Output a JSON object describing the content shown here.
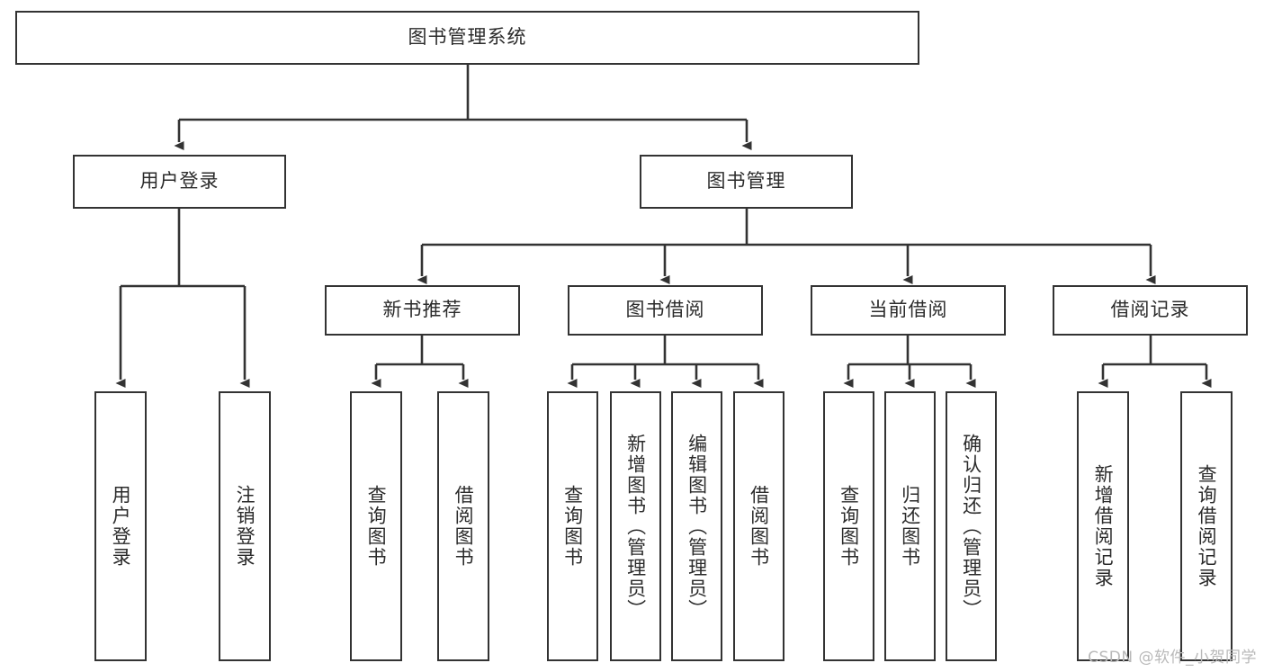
{
  "diagram": {
    "title": "图书管理系统",
    "type": "tree-hierarchy-chart",
    "stroke_color": "#333333",
    "text_color": "#2b2b2b",
    "background_color": "#ffffff"
  },
  "nodes": {
    "root": {
      "label": "图书管理系统"
    },
    "level2": [
      {
        "label": "用户登录"
      },
      {
        "label": "图书管理"
      }
    ],
    "level3": [
      {
        "label": "新书推荐"
      },
      {
        "label": "图书借阅"
      },
      {
        "label": "当前借阅"
      },
      {
        "label": "借阅记录"
      }
    ],
    "leaves_user_login": [
      {
        "label": "用户登录"
      },
      {
        "label": "注销登录"
      }
    ],
    "leaves_new_book": [
      {
        "label": "查询图书"
      },
      {
        "label": "借阅图书"
      }
    ],
    "leaves_borrow": [
      {
        "label": "查询图书"
      },
      {
        "label": "新增图书（管理员）"
      },
      {
        "label": "编辑图书（管理员）"
      },
      {
        "label": "借阅图书"
      }
    ],
    "leaves_current": [
      {
        "label": "查询图书"
      },
      {
        "label": "归还图书"
      },
      {
        "label": "确认归还（管理员）"
      }
    ],
    "leaves_records": [
      {
        "label": "新增借阅记录"
      },
      {
        "label": "查询借阅记录"
      }
    ]
  },
  "watermark": {
    "text": "CSDN @软件_小贺同学"
  }
}
